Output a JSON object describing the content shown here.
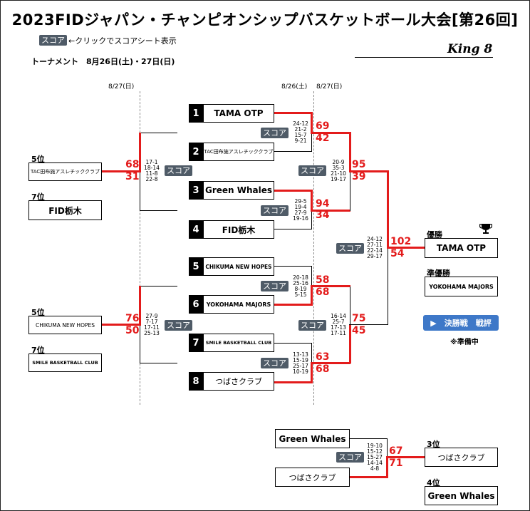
{
  "title": "2023FIDジャパン・チャンピオンシップバスケットボール大会[第26回]",
  "legend": {
    "badge": "スコア",
    "text": "←クリックでスコアシート表示"
  },
  "king8": "King 8",
  "tournament_header": "トーナメント　8月26日(土)・27日(日)",
  "dates": {
    "left": "8/27(日)",
    "mid": "8/26(土)",
    "right": "8/27(日)"
  },
  "score_label": "スコア",
  "seeds": [
    {
      "n": "1",
      "name": "TAMA OTP"
    },
    {
      "n": "2",
      "name": "TAC田布施アスレチッククラブ"
    },
    {
      "n": "3",
      "name": "Green Whales"
    },
    {
      "n": "4",
      "name": "FID栃木"
    },
    {
      "n": "5",
      "name": "CHIKUMA NEW HOPES"
    },
    {
      "n": "6",
      "name": "YOKOHAMA MAJORS"
    },
    {
      "n": "7",
      "name": "SMILE BASKETBALL CLUB"
    },
    {
      "n": "8",
      "name": "つばさクラブ"
    }
  ],
  "qf": [
    {
      "top": "69",
      "bot": "42",
      "sets": "24-12\n21-2\n15-7\n9-21"
    },
    {
      "top": "94",
      "bot": "34",
      "sets": "29-5\n19-4\n27-9\n19-16"
    },
    {
      "top": "58",
      "bot": "68",
      "sets": "20-18\n25-16\n8-19\n5-15"
    },
    {
      "top": "63",
      "bot": "68",
      "sets": "13-13\n15-19\n25-17\n10-19"
    }
  ],
  "sf": [
    {
      "top": "95",
      "bot": "39",
      "sets": "20-9\n35-3\n21-10\n19-17"
    },
    {
      "top": "75",
      "bot": "45",
      "sets": "16-14\n25-7\n17-13\n17-11"
    }
  ],
  "final": {
    "top": "102",
    "bot": "54",
    "sets": "24-12\n27-11\n22-14\n29-17"
  },
  "placement_left": [
    {
      "top": "68",
      "bot": "31",
      "sets": "17-1\n18-14\n11-8\n22-8",
      "rank5": "5位",
      "team5": "TAC田布施アスレチッククラブ",
      "rank7": "7位",
      "team7": "FID栃木"
    },
    {
      "top": "76",
      "bot": "50",
      "sets": "27-9\n7-17\n17-11\n25-13",
      "rank5": "5位",
      "team5": "CHIKUMA NEW HOPES",
      "rank7": "7位",
      "team7": "SMILE BASKETBALL CLUB"
    }
  ],
  "champion": {
    "label": "優勝",
    "team": "TAMA OTP"
  },
  "runner_up": {
    "label": "準優勝",
    "team": "YOKOHAMA MAJORS"
  },
  "commentary": {
    "button": "▶　決勝戦　戦評",
    "note": "※準備中"
  },
  "third": {
    "team_a": "Green Whales",
    "team_b": "つばさクラブ",
    "top": "67",
    "bot": "71",
    "sets": "19-10\n15-12\n15-27\n14-14\n4-8"
  },
  "third_place": {
    "label": "3位",
    "team": "つばさクラブ"
  },
  "fourth_place": {
    "label": "4位",
    "team": "Green Whales"
  },
  "colors": {
    "win_line": "#e31b1b",
    "badge": "#4f5b67",
    "button": "#3e78c8"
  }
}
